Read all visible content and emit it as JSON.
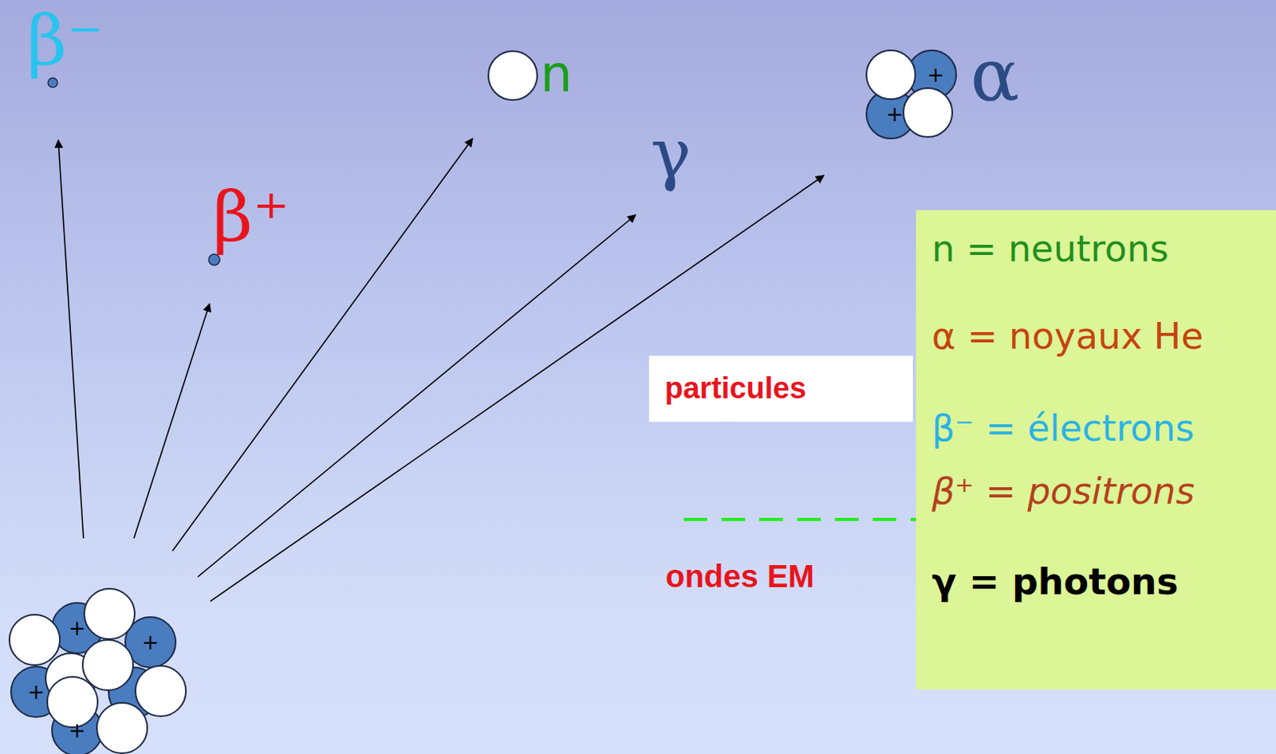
{
  "diagram": {
    "nodes": [
      {
        "text": [
          "particules"
        ]
      },
      {
        "text": [
          "n = neutrons",
          "α = noyaux He",
          "β⁻ = électrons",
          "β⁺ = positrons",
          "γ = photons"
        ]
      }
    ],
    "labels": [
      "β⁻",
      "β⁺",
      "n",
      "γ",
      "α",
      "+",
      "+",
      "+",
      "+",
      "+",
      "+",
      "ondes EM"
    ]
  }
}
